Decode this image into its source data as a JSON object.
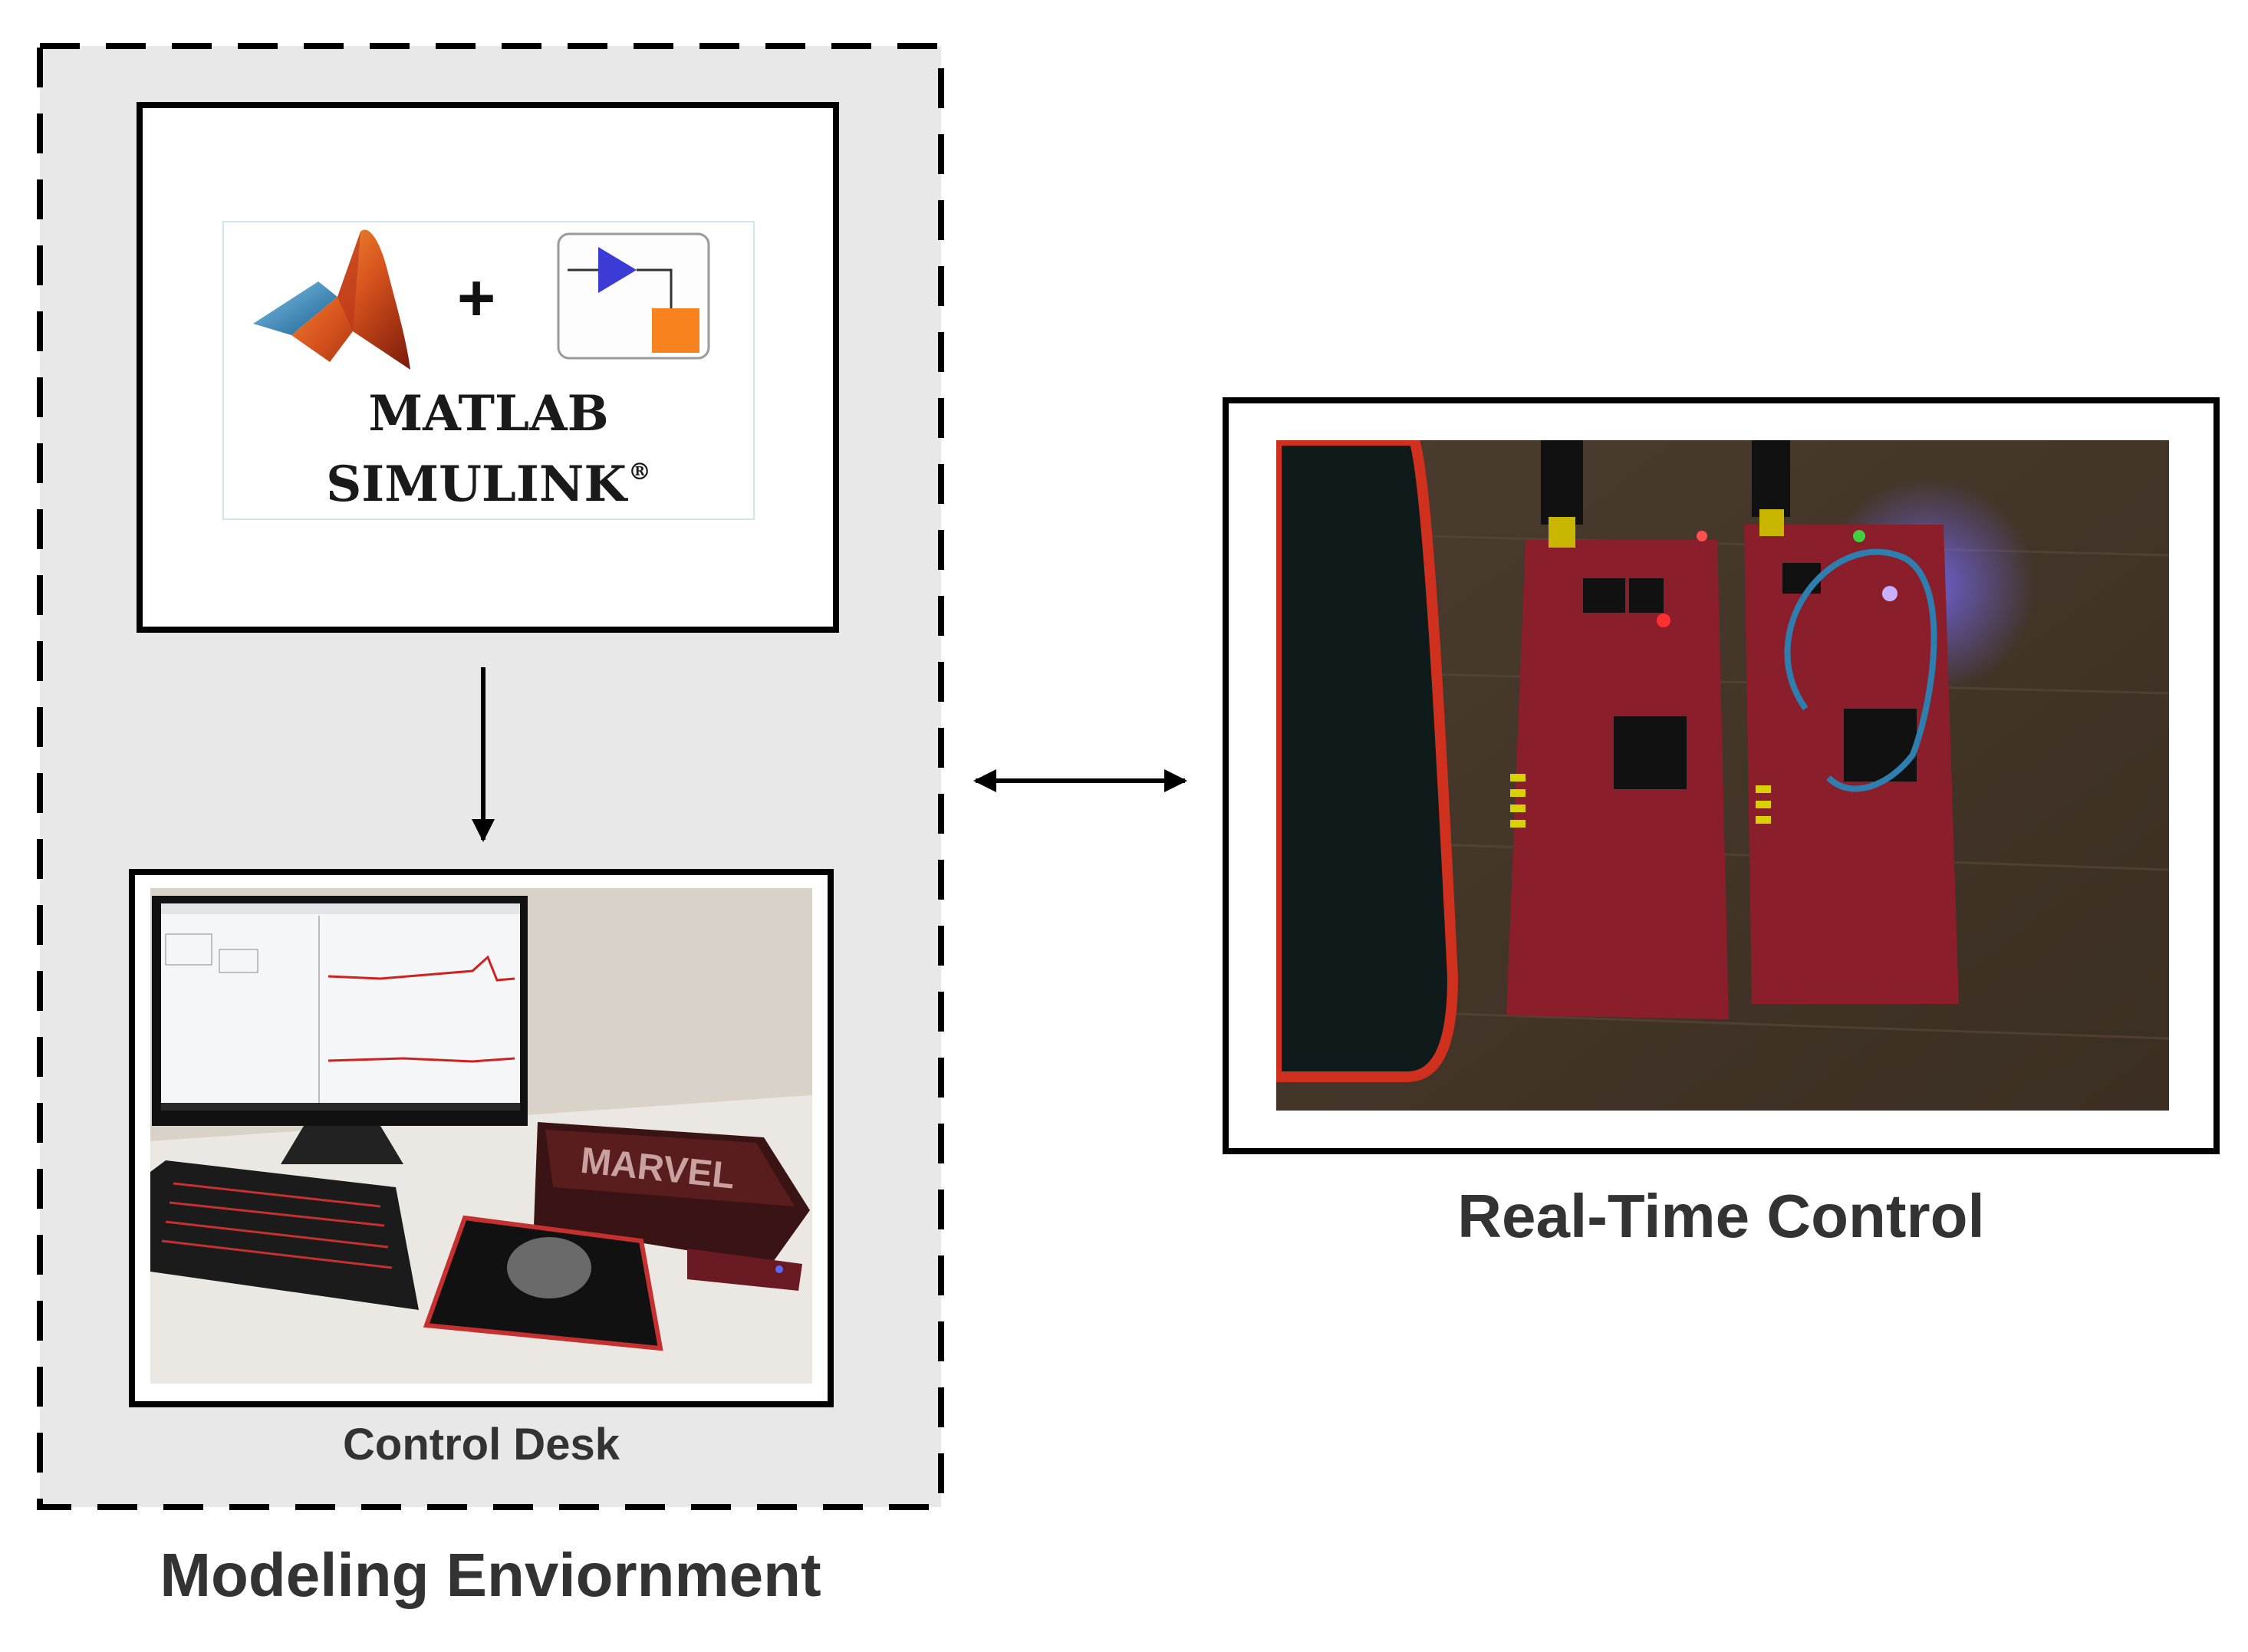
{
  "modeling_environment": {
    "caption": "Modeling Enviornment",
    "software": {
      "plus_sign": "+",
      "name_line1": "MATLAB",
      "name_line2": "SIMULINK",
      "registered_mark": "®"
    },
    "control_desk": {
      "caption": "Control Desk"
    }
  },
  "real_time": {
    "caption": "Real-Time Control"
  },
  "colors": {
    "region_fill": "#e8e8e8",
    "simulink_triangle": "#3b3bd6",
    "simulink_block": "#f7821e",
    "board_red": "#8a1e2a"
  }
}
